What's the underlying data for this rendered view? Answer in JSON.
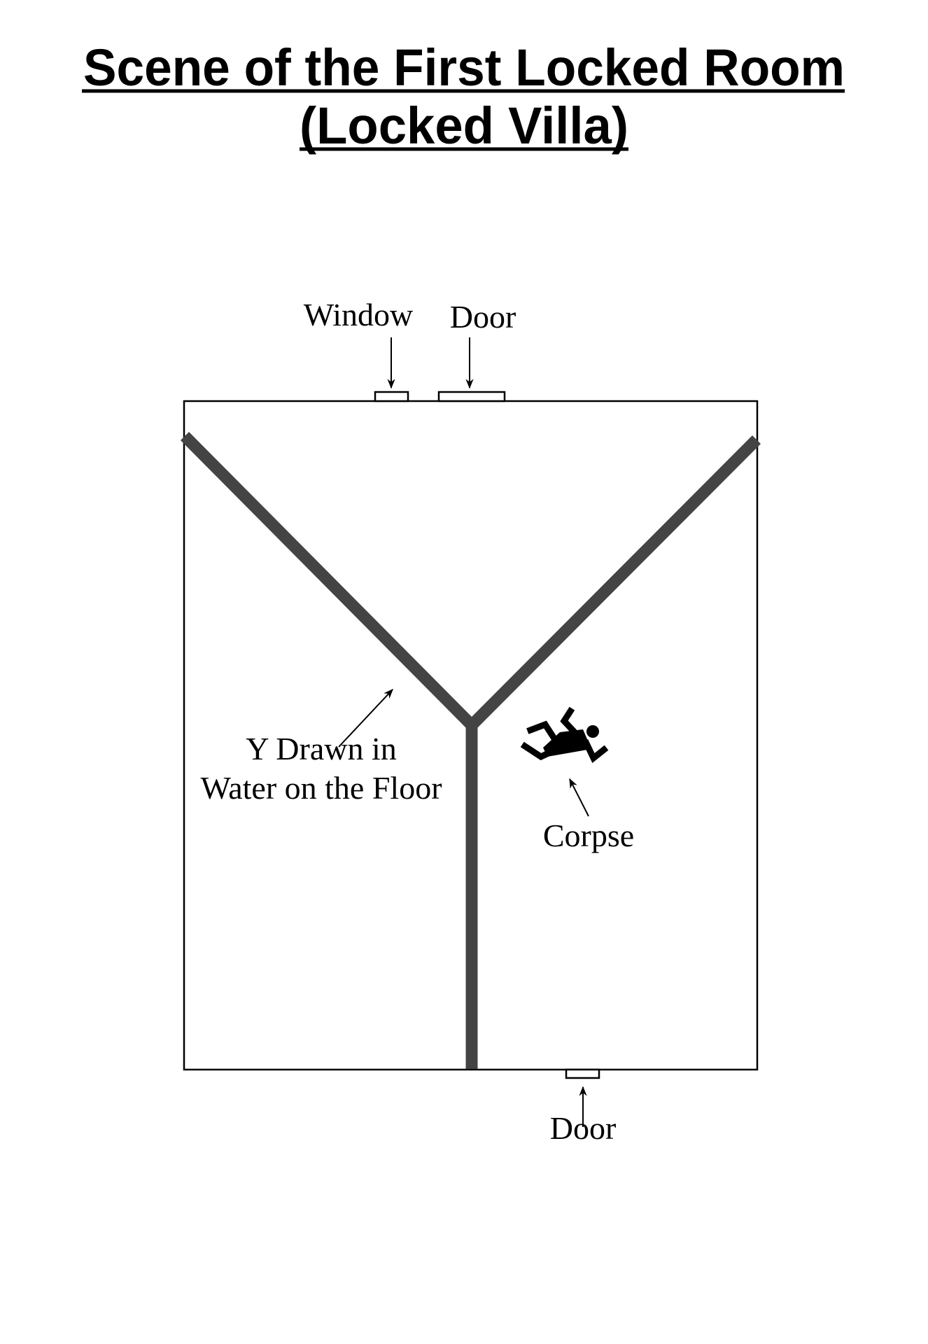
{
  "title": {
    "line1": "Scene of the First Locked Room",
    "line2": "(Locked Villa)"
  },
  "labels": {
    "window_top": "Window",
    "door_top": "Door",
    "y_line1": "Y Drawn in",
    "y_line2": "Water on the Floor",
    "corpse": "Corpse",
    "door_bottom": "Door"
  },
  "colors": {
    "water_line": "#444444",
    "ink": "#000000"
  },
  "icons": {
    "corpse": "fallen-person-icon"
  }
}
